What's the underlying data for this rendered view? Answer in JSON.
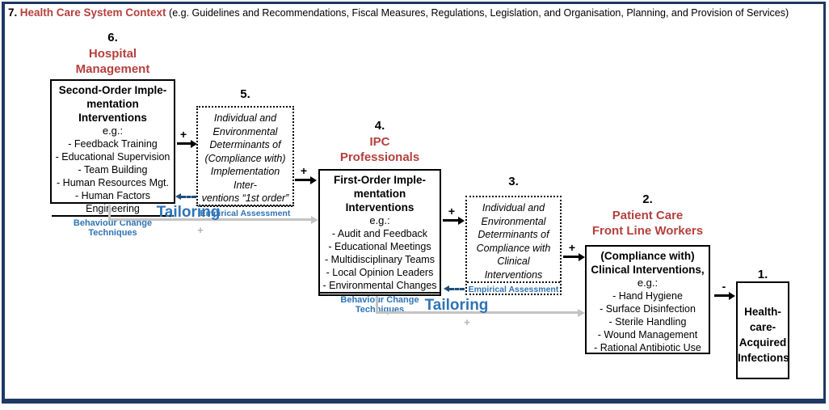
{
  "colors": {
    "frame_navy": "#1f3864",
    "accent_red": "#b4403d",
    "accent_blue": "#2e74b5",
    "gray_arrow": "#c3c3c3"
  },
  "header": {
    "number": "7.",
    "title": "Health Care System Context",
    "subtitle": "(e.g. Guidelines and Recommendations, Fiscal Measures, Regulations, Legislation, and Organisation, Planning, and Provision of Services)"
  },
  "groups": {
    "g6": {
      "number": "6.",
      "label_line1": "Hospital",
      "label_line2": "Management",
      "box": {
        "title_line1": "Second-Order Imple-",
        "title_line2": "mentation Interventions",
        "eg": "e.g.:",
        "items": [
          "- Feedback Training",
          "- Educational Supervision",
          "- Team Building",
          "- Human Resources Mgt.",
          "- Human Factors Engineering"
        ],
        "footer": "Behaviour Change Techniques"
      }
    },
    "g5": {
      "number": "5.",
      "box": {
        "lines": [
          "Individual and",
          "Environmental",
          "Determinants of",
          "(Compliance with)",
          "Implementation Inter-",
          "ventions “1st order”"
        ],
        "footer": "Empirical Assessment"
      }
    },
    "g4": {
      "number": "4.",
      "label_line1": "IPC",
      "label_line2": "Professionals",
      "box": {
        "title_line1": "First-Order Imple-",
        "title_line2": "mentation Interventions",
        "eg": "e.g.:",
        "items": [
          "- Audit and Feedback",
          "- Educational Meetings",
          "- Multidisciplinary Teams",
          "- Local Opinion Leaders",
          "- Environmental Changes"
        ],
        "footer": "Behaviour Change Techniques"
      }
    },
    "g3": {
      "number": "3.",
      "box": {
        "lines": [
          "Individual and",
          "Environmental",
          "Determinants of",
          "Compliance with",
          "Clinical",
          "Interventions"
        ],
        "footer": "Empirical Assessment"
      }
    },
    "g2": {
      "number": "2.",
      "label_line1": "Patient Care",
      "label_line2": "Front Line Workers",
      "box": {
        "title_line1": "(Compliance with)",
        "title_line2": "Clinical Interventions,",
        "eg": "e.g.:",
        "items": [
          "- Hand Hygiene",
          "- Surface Disinfection",
          "- Sterile Handling",
          "- Wound Management",
          "- Rational Antibiotic Use"
        ]
      }
    },
    "g1": {
      "number": "1.",
      "box": {
        "lines": [
          "Health-",
          "care-",
          "Acquired",
          "Infections"
        ]
      }
    }
  },
  "arrows": {
    "plus": "+",
    "minus": "-",
    "tailoring": "Tailoring"
  }
}
